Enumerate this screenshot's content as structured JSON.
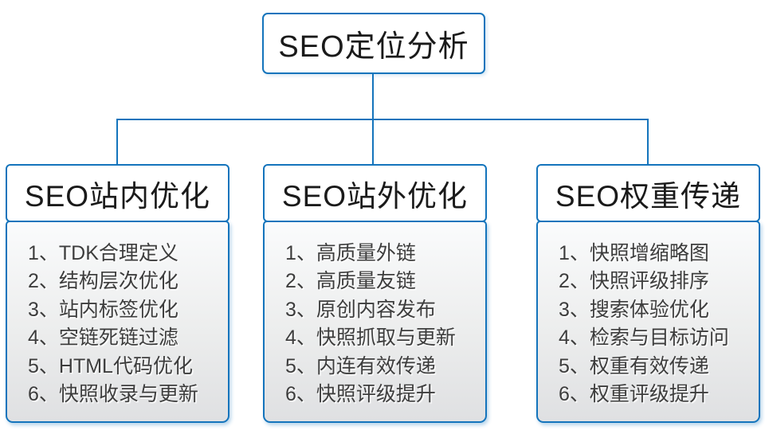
{
  "diagram": {
    "root": {
      "title": "SEO定位分析"
    },
    "branches": [
      {
        "title": "SEO站内优化",
        "items": [
          "1、TDK合理定义",
          "2、结构层次优化",
          "3、站内标签优化",
          "4、空链死链过滤",
          "5、HTML代码优化",
          "6、快照收录与更新"
        ]
      },
      {
        "title": "SEO站外优化",
        "items": [
          "1、高质量外链",
          "2、高质量友链",
          "3、原创内容发布",
          "4、快照抓取与更新",
          "5、内连有效传递",
          "6、快照评级提升"
        ]
      },
      {
        "title": "SEO权重传递",
        "items": [
          "1、快照增缩略图",
          "2、快照评级排序",
          "3、搜索体验优化",
          "4、检索与目标访问",
          "5、权重有效传递",
          "6、权重评级提升"
        ]
      }
    ],
    "colors": {
      "accent_blue": "#1474BC",
      "header_text": "#1a1a1a",
      "item_text": "#3d3d3d",
      "body_gradient_top": "#fafbfc",
      "body_gradient_bottom": "#dfe0e2"
    }
  }
}
